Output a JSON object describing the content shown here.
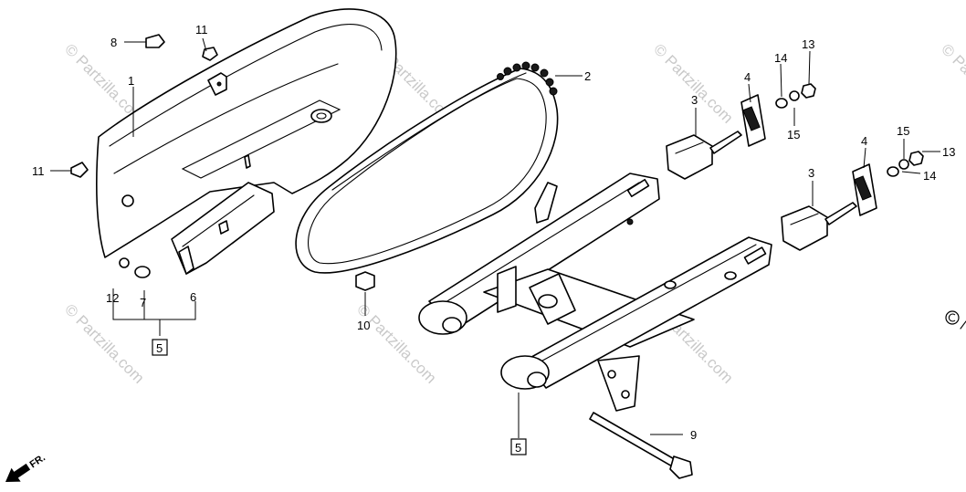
{
  "watermark": {
    "text": "© Partzilla.com",
    "color": "#cccccc"
  },
  "direction_label": "FR.",
  "callouts": {
    "c1": "1",
    "c2": "2",
    "c3a": "3",
    "c3b": "3",
    "c4a": "4",
    "c4b": "4",
    "c5a": "5",
    "c5b": "5",
    "c6": "6",
    "c7": "7",
    "c8": "8",
    "c9": "9",
    "c10": "10",
    "c11a": "11",
    "c11b": "11",
    "c12": "12",
    "c13a": "13",
    "c13b": "13",
    "c14a": "14",
    "c14b": "14",
    "c15a": "15",
    "c15b": "15"
  },
  "icons": [
    "front-direction-arrow-icon",
    "copyright-icon"
  ]
}
